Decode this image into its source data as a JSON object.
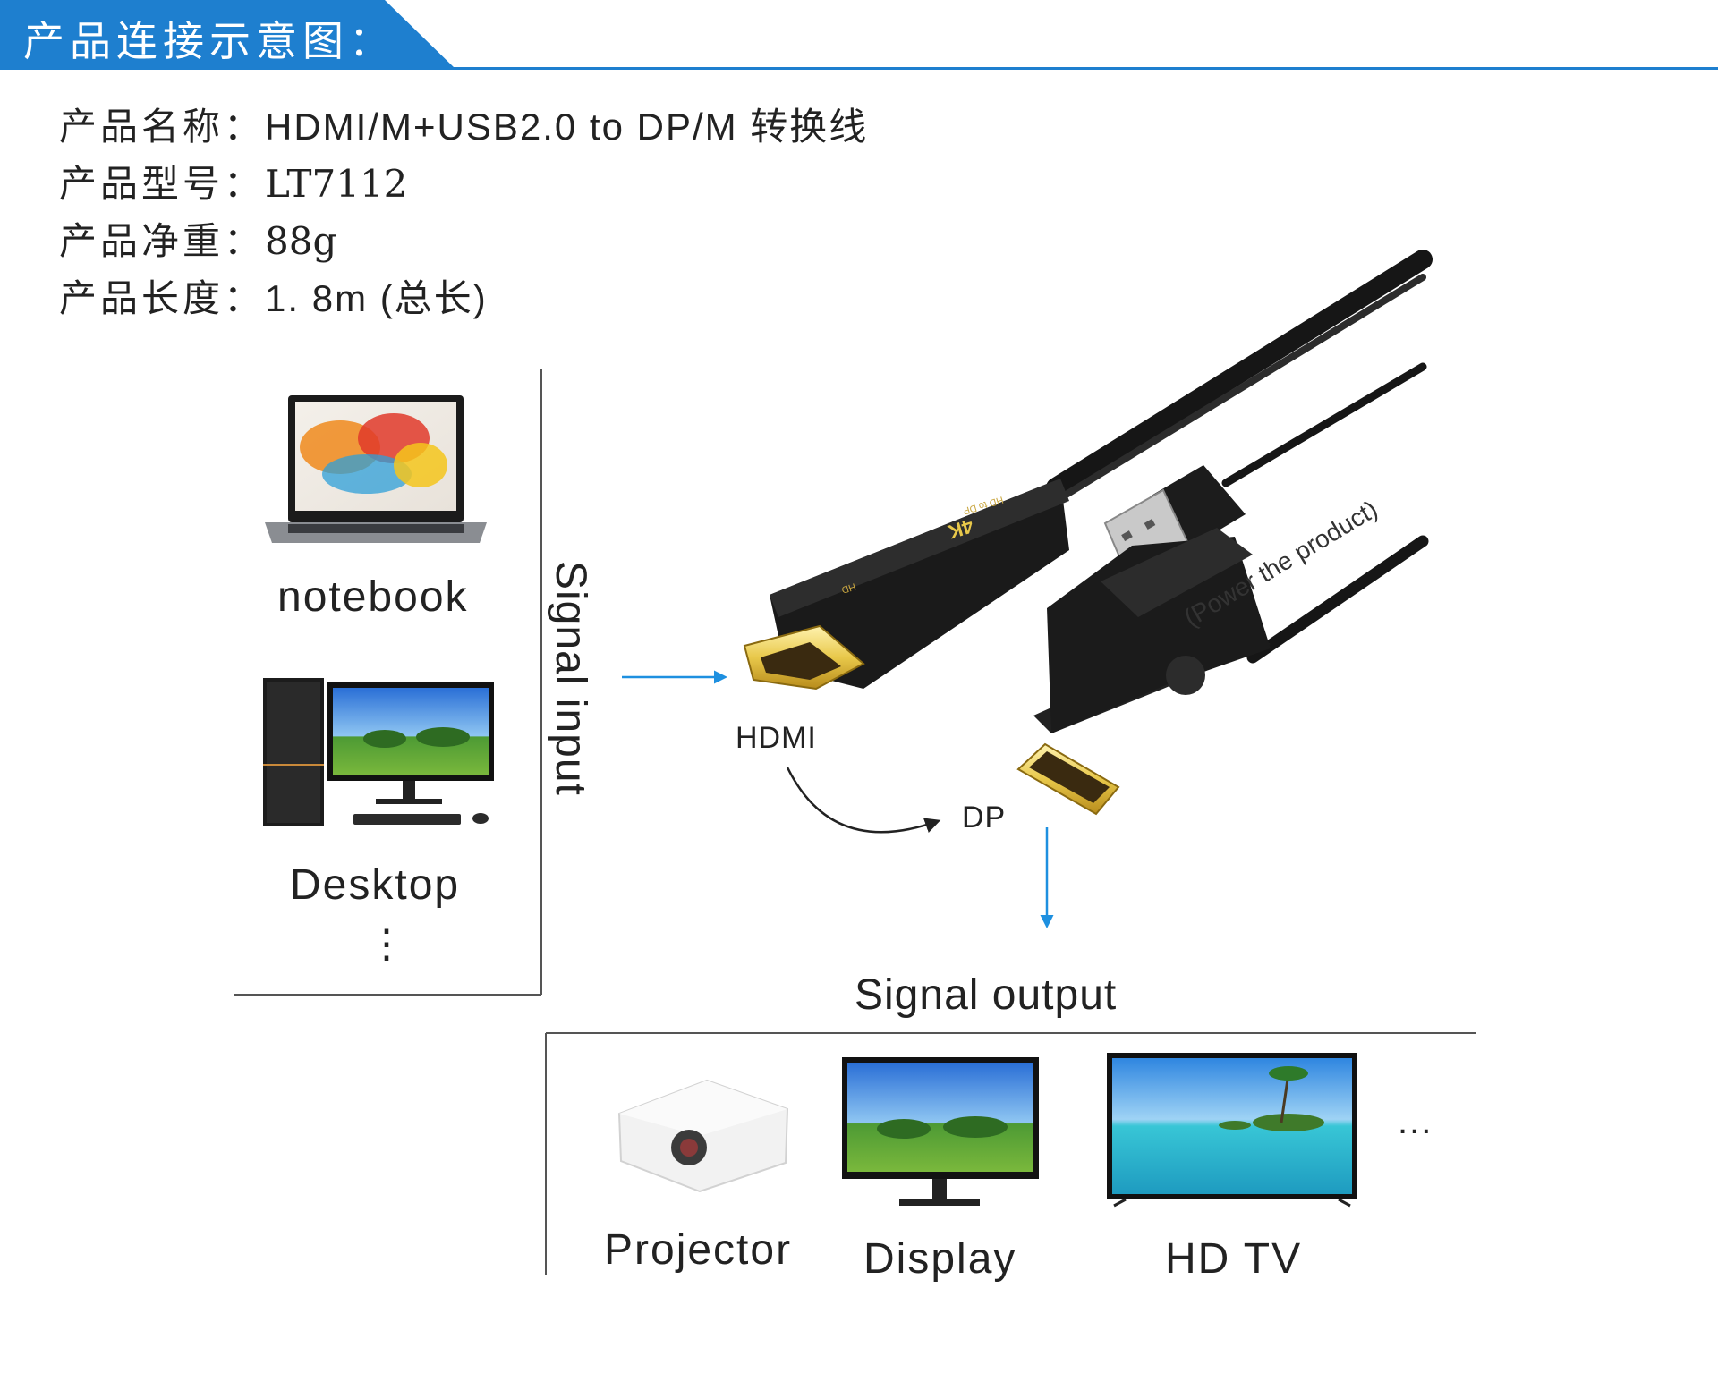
{
  "header": {
    "title": "产品连接示意图："
  },
  "specs": [
    {
      "label": "产品名称：",
      "value": "HDMI/M+USB2.0  to  DP/M  转换线"
    },
    {
      "label": "产品型号：",
      "value": "LT7112"
    },
    {
      "label": "产品净重：",
      "value": "88g"
    },
    {
      "label": "产品长度：",
      "value": "1. 8m (总长)"
    }
  ],
  "inputs": {
    "notebook": "notebook",
    "desktop": "Desktop",
    "more": "⋮"
  },
  "signal_input": "Signal input",
  "signal_output": "Signal output",
  "ports": {
    "hdmi": "HDMI",
    "dp": "DP",
    "power_note": "(Power the product)",
    "adapter_badge": "4K",
    "adapter_small": "HD to DP",
    "adapter_hd": "HD"
  },
  "outputs": {
    "projector": "Projector",
    "display": "Display",
    "hdtv": "HD TV",
    "more": "..."
  },
  "colors": {
    "accent": "#1e7fcf",
    "arrow": "#1e90e0",
    "gold": "#e8c84a",
    "cable": "#161616"
  }
}
